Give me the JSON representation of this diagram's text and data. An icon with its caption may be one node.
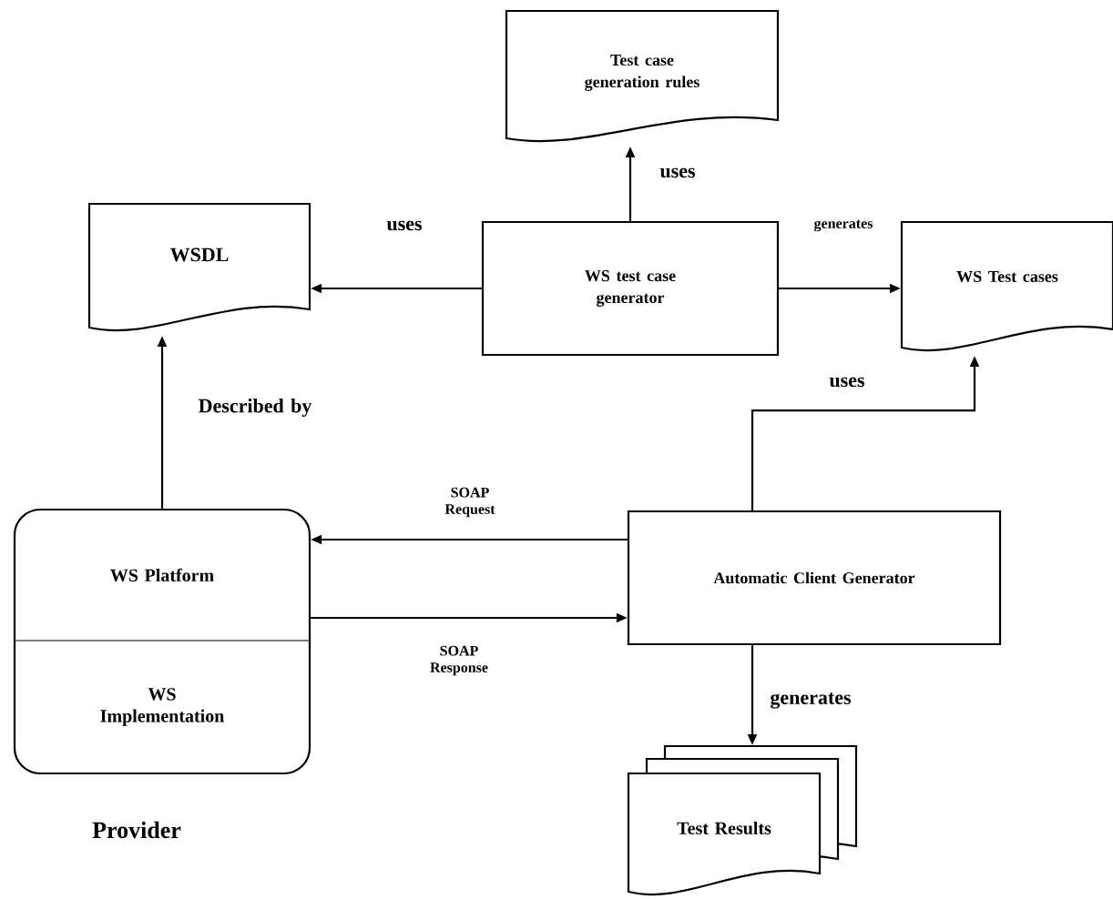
{
  "diagram": {
    "nodes": [
      {
        "text": [
          "Test case generation rules"
        ]
      },
      {
        "text": [
          "WSDL"
        ]
      },
      {
        "text": [
          "WS test case generator"
        ]
      },
      {
        "text": [
          "WS Test cases"
        ]
      },
      {
        "text": [],
        "shape": "box",
        "beside": [
          "Provider"
        ]
      },
      {
        "text": [
          "WS Platform"
        ],
        "in": 4
      },
      {
        "text": [
          "WS Implementation"
        ],
        "in": 4
      },
      {
        "text": [
          "Automatic Client Generator"
        ]
      },
      {
        "text": [
          "Test Results"
        ]
      }
    ],
    "edges": [
      {
        "from": 2,
        "to": 0,
        "arrow": "to",
        "label": "uses"
      },
      {
        "from": 2,
        "to": 1,
        "arrow": "to",
        "label": "uses"
      },
      {
        "from": 2,
        "to": 3,
        "arrow": "to",
        "label": "generates"
      },
      {
        "from": 5,
        "to": 1,
        "arrow": "to",
        "label": "Described by"
      },
      {
        "from": 7,
        "to": 3,
        "arrow": "to",
        "label": "uses"
      },
      {
        "from": 7,
        "to": 5,
        "arrow": "to",
        "label": "SOAP Request"
      },
      {
        "from": 5,
        "to": 7,
        "arrow": "to",
        "label": "SOAP Response"
      },
      {
        "from": 7,
        "to": 8,
        "arrow": "to",
        "label": "generates"
      }
    ]
  }
}
